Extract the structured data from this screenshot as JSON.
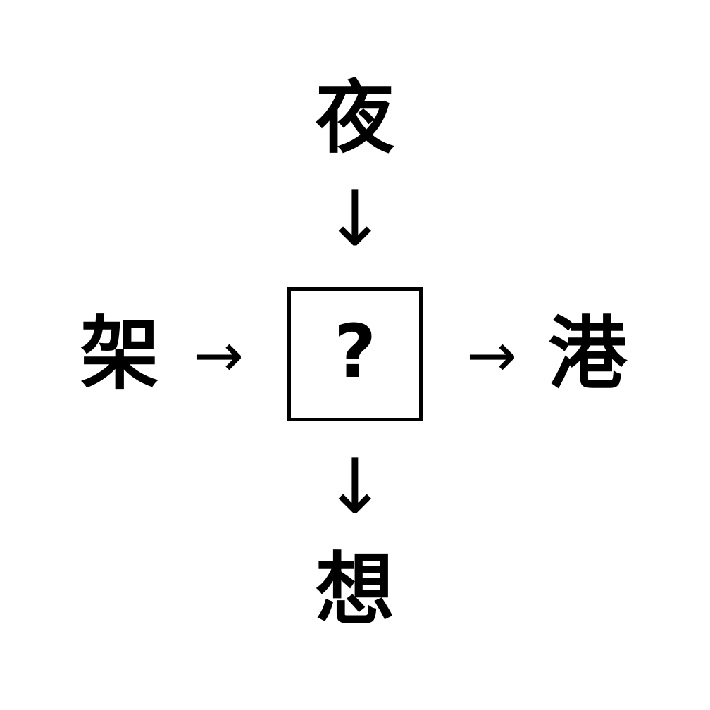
{
  "puzzle": {
    "type": "kanji-association-puzzle",
    "background_color": "#ffffff",
    "ink_color": "#000000",
    "prompts": {
      "top": "夜",
      "left": "架",
      "right": "港",
      "bottom": "想"
    },
    "answer": {
      "value": "?",
      "is_blank": true
    },
    "arrows": {
      "top": "↓",
      "left": "→",
      "right": "→",
      "bottom": "↓"
    },
    "icon_names": {
      "arrow_down": "arrow-down-icon",
      "arrow_right": "arrow-right-icon"
    }
  }
}
